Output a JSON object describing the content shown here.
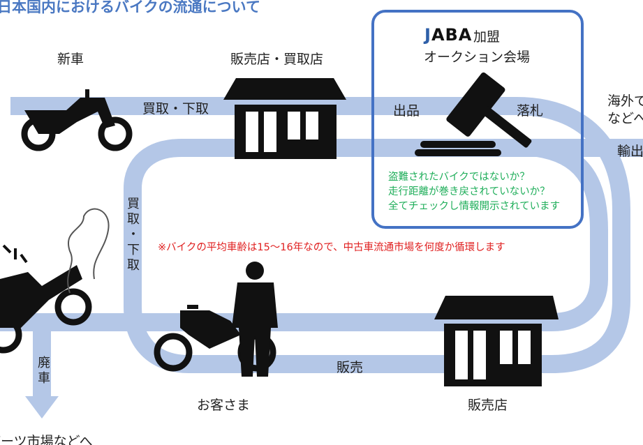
{
  "title": "日本国内におけるバイクの流通について",
  "labels": {
    "new_bike": "新車",
    "shop_buy": "販売店・買取店",
    "buy_trade": "買取・下取",
    "auction_brand": "JABA",
    "auction_member": "加盟",
    "auction_venue": "オークション会場",
    "listing": "出品",
    "winning_bid": "落札",
    "overseas_line1": "海外で",
    "overseas_line2": "などへ",
    "export": "輸出",
    "buy_trade_vertical": "買取・下取",
    "customer": "お客さま",
    "sale": "販売",
    "shop": "販売店",
    "scrap": "廃車",
    "parts_market": "パーツ市場などへ"
  },
  "auction_checks": [
    "盗難されたバイクではないか？",
    "走行距離が巻き戻されていないか？",
    "全てチェックし情報開示されています"
  ],
  "note": "※バイクの平均車齢は15〜16年なので、中古車流通市場を何度か循環します",
  "colors": {
    "flow": "#b4c7e7",
    "title": "#4a78c2",
    "box": "#4472c4",
    "check_text": "#1fae5a",
    "note": "#e02020"
  }
}
